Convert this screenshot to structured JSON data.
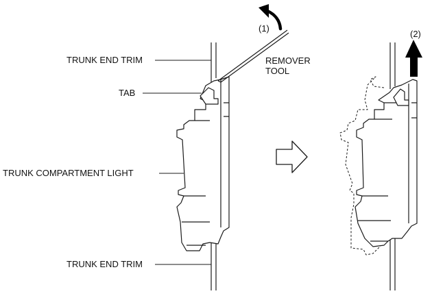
{
  "labels": {
    "trunk_end_trim_top": "TRUNK END TRIM",
    "tab": "TAB",
    "trunk_compartment_light": "TRUNK COMPARTMENT LIGHT",
    "trunk_end_trim_bottom": "TRUNK END TRIM",
    "remover_tool_line1": "REMOVER",
    "remover_tool_line2": "TOOL",
    "step1": "(1)",
    "step2": "(2)"
  },
  "colors": {
    "line": "#1a1a1a",
    "fill": "#ffffff",
    "arrow": "#000000"
  },
  "icons": {
    "transition": "hollow-right-arrow-icon",
    "pry_direction": "curved-arrow-icon",
    "pull_direction": "up-arrow-icon"
  }
}
